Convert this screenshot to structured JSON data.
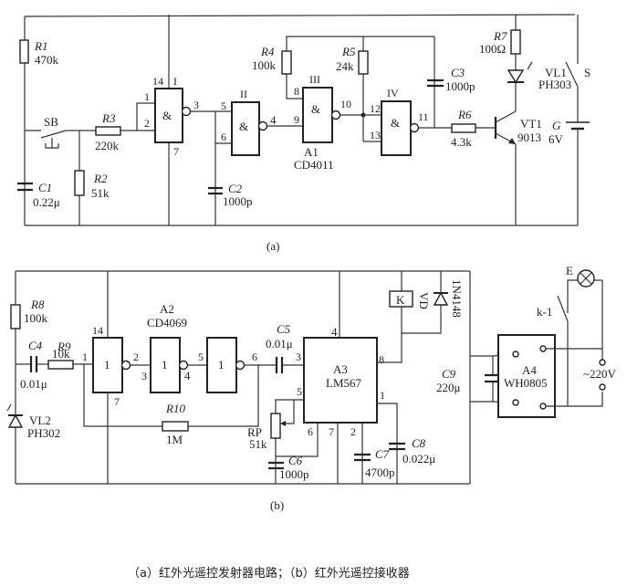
{
  "diagram_a": {
    "subtitle": "(a)",
    "R1": {
      "name": "R1",
      "value": "470k"
    },
    "R2": {
      "name": "R2",
      "value": "51k"
    },
    "R3": {
      "name": "R3",
      "value": "220k"
    },
    "R4": {
      "name": "R4",
      "value": "100k"
    },
    "R5": {
      "name": "R5",
      "value": "24k"
    },
    "R6": {
      "name": "R6",
      "value": "4.3k"
    },
    "R7": {
      "name": "R7",
      "value": "100Ω"
    },
    "C1": {
      "name": "C1",
      "value": "0.22μ"
    },
    "C2": {
      "name": "C2",
      "value": "1000p"
    },
    "C3": {
      "name": "C3",
      "value": "1000p"
    },
    "SB": "SB",
    "switch_S": "S",
    "battery": {
      "name": "G",
      "value": "6V"
    },
    "chip": {
      "name": "A1",
      "part": "CD4011"
    },
    "gates": [
      "I",
      "II",
      "III",
      "IV"
    ],
    "gate_symbol": "&",
    "pins": {
      "p14": "14",
      "p1": "1",
      "p2": "2",
      "p3": "3",
      "p7": "7",
      "p5": "5",
      "p6": "6",
      "p4": "4",
      "p8": "8",
      "p9": "9",
      "p10": "10",
      "p12": "12",
      "p13": "13",
      "p11": "11"
    },
    "transistor": {
      "name": "VT1",
      "part": "9013"
    },
    "ir_led": {
      "name": "VL1",
      "part": "PH303"
    }
  },
  "diagram_b": {
    "subtitle": "(b)",
    "R8": {
      "name": "R8",
      "value": "100k"
    },
    "R9": {
      "name": "R9",
      "value": "10k"
    },
    "R10": {
      "name": "R10",
      "value": "1M"
    },
    "RP": {
      "name": "RP",
      "value": "51k"
    },
    "C4": {
      "name": "C4",
      "value": "0.01μ"
    },
    "C5": {
      "name": "C5",
      "value": "0.01μ"
    },
    "C6": {
      "name": "C6",
      "value": "1000p"
    },
    "C7": {
      "name": "C7",
      "value": "4700p"
    },
    "C8": {
      "name": "C8",
      "value": "0.022μ"
    },
    "C9": {
      "name": "C9",
      "value": "220μ"
    },
    "photodiode": {
      "name": "VL2",
      "part": "PH302"
    },
    "inverter_chip": {
      "name": "A2",
      "part": "CD4069"
    },
    "inverter_symbol": "1",
    "decoder": {
      "name": "A3",
      "part": "LM567"
    },
    "power_module": {
      "name": "A4",
      "part": "WH0805"
    },
    "relay": "K",
    "relay_contact": "k-1",
    "diode": {
      "name": "VD",
      "part": "1N4148"
    },
    "lamp": "E",
    "mains": "~220V",
    "pins": {
      "p14": "14",
      "p1": "1",
      "p2": "2",
      "p3": "3",
      "p4": "4",
      "p5": "5",
      "p6": "6",
      "p7": "7",
      "a3_4": "4",
      "a3_3": "3",
      "a3_5": "5",
      "a3_8": "8",
      "a3_1": "1",
      "a3_2": "2",
      "a3_6": "6",
      "a3_7": "7"
    }
  },
  "caption": "（a）红外光遥控发射器电路；（b）红外光遥控接收器"
}
